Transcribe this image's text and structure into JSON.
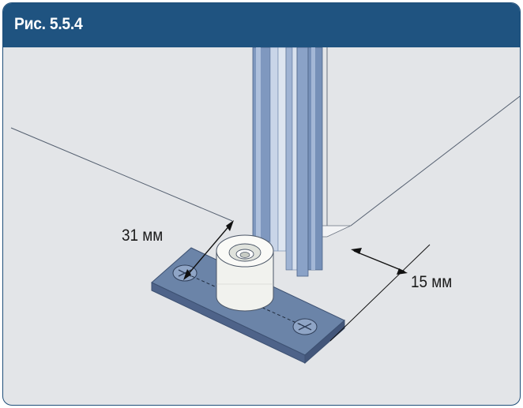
{
  "figure": {
    "title": "Рис. 5.5.4",
    "dimensions": {
      "depth_label": "31 мм",
      "offset_label": "15 мм"
    },
    "colors": {
      "header": "#1f5380",
      "frame_border": "#1f4e79",
      "background": "#e3e5e8",
      "profile": "#8fa7cc",
      "plate": "#6b84a8",
      "bushing": "#f4f5f0"
    }
  }
}
